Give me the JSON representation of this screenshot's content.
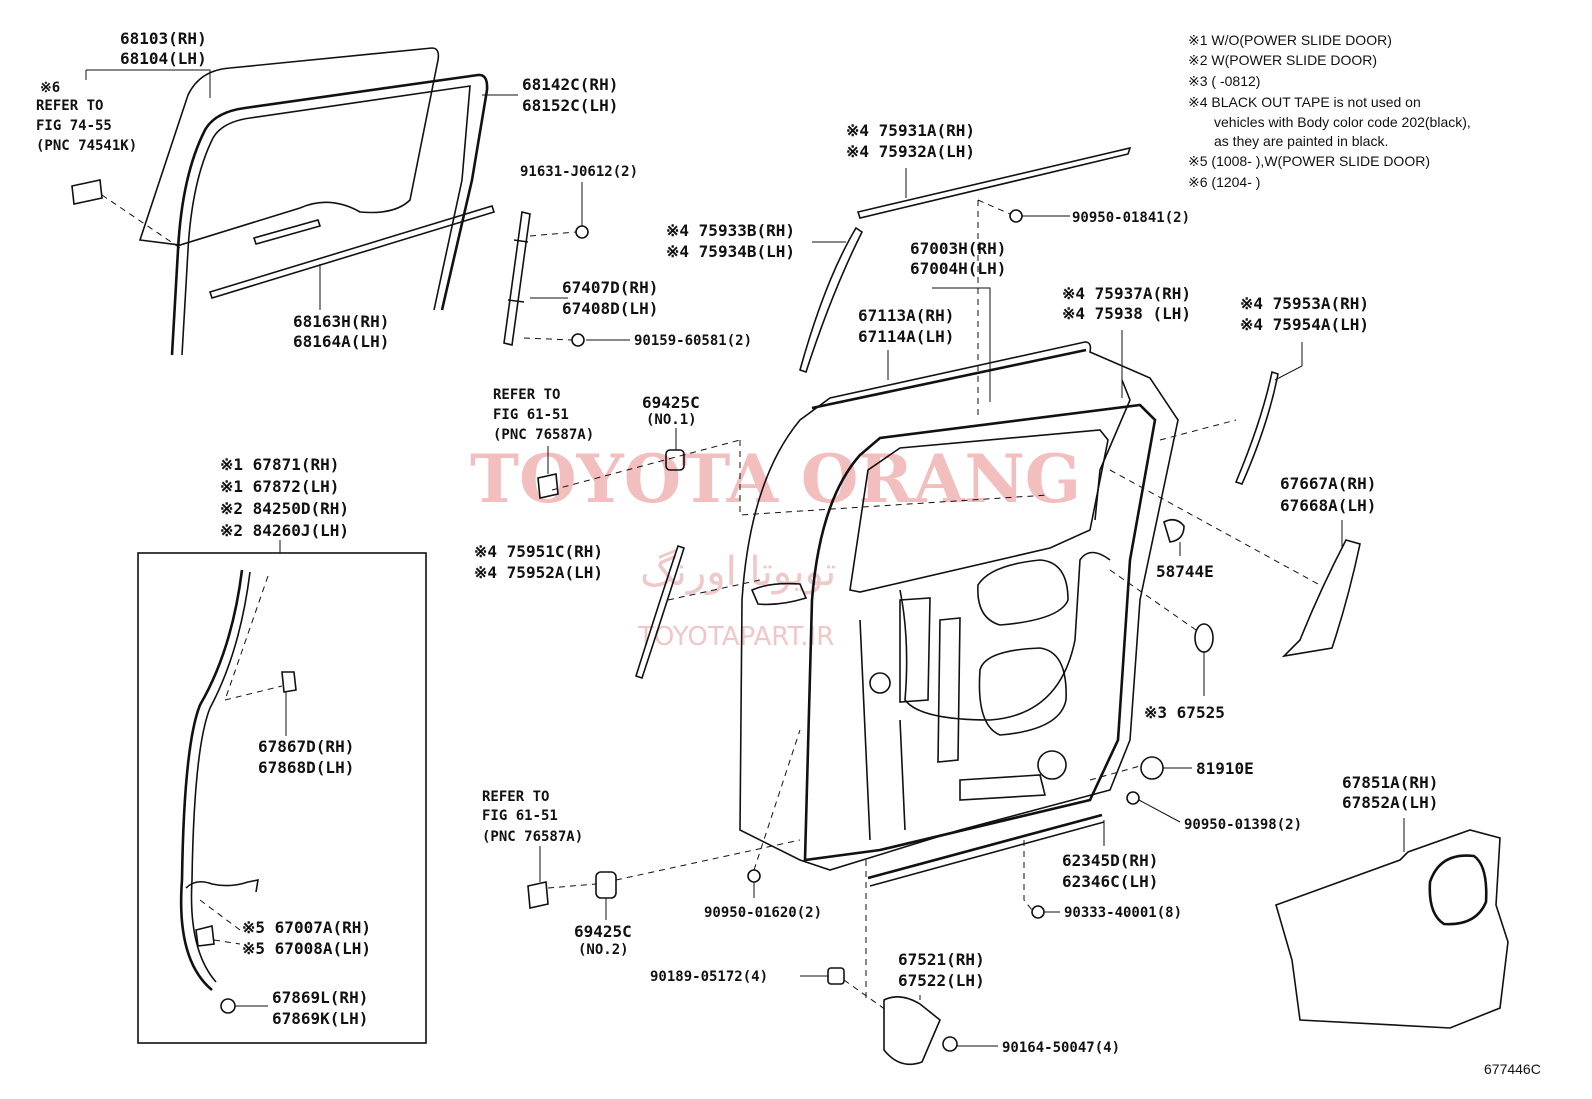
{
  "notes": [
    "※1 W/O(POWER SLIDE DOOR)",
    "※2 W(POWER SLIDE DOOR)",
    "※3 (        -0812)",
    "※4 BLACK OUT TAPE is not used on",
    "vehicles with Body color code 202(black),",
    "as they are painted in black.",
    "※5 (1008-        ),W(POWER SLIDE DOOR)",
    "※6 (1204-        )"
  ],
  "watermark": {
    "brand": "TOYOTA ORANG",
    "farsi": "تویوتا اورنگ",
    "url": "TOYOTAPART.IR"
  },
  "figure_id": "677446C",
  "labels": {
    "l68103": "68103(RH)",
    "l68104": "68104(LH)",
    "ref6": "※6",
    "ref6_refer": "REFER TO",
    "ref6_fig": "FIG 74-55",
    "ref6_pnc": "(PNC 74541K)",
    "l68142": "68142C(RH)",
    "l68152": "68152C(LH)",
    "l91631": "91631-J0612(2)",
    "l68163": "68163H(RH)",
    "l68164": "68164A(LH)",
    "l67407": "67407D(RH)",
    "l67408": "67408D(LH)",
    "l90159": "90159-60581(2)",
    "l75931": "※4 75931A(RH)",
    "l75932": "※4 75932A(LH)",
    "l75933": "※4 75933B(RH)",
    "l75934": "※4 75934B(LH)",
    "l90950a": "90950-01841(2)",
    "l67003": "67003H(RH)",
    "l67004": "67004H(LH)",
    "l67113": "67113A(RH)",
    "l67114": "67114A(LH)",
    "l75937": "※4 75937A(RH)",
    "l75938": "※4 75938 (LH)",
    "l75953": "※4 75953A(RH)",
    "l75954": "※4 75954A(LH)",
    "refA_refer": "REFER TO",
    "refA_fig": "FIG 61-51",
    "refA_pnc": "(PNC 76587A)",
    "l69425a": "69425C",
    "l69425a_no": "(NO.1)",
    "l67871": "※1 67871(RH)",
    "l67872": "※1 67872(LH)",
    "l84250": "※2 84250D(RH)",
    "l84260": "※2 84260J(LH)",
    "l75951": "※4 75951C(RH)",
    "l75952": "※4 75952A(LH)",
    "l67667": "67667A(RH)",
    "l67668": "67668A(LH)",
    "l58744": "58744E",
    "l67867": "67867D(RH)",
    "l67868": "67868D(LH)",
    "l67525": "※3 67525",
    "l81910": "81910E",
    "refB_refer": "REFER TO",
    "refB_fig": "FIG 61-51",
    "refB_pnc": "(PNC 76587A)",
    "l90950b": "90950-01398(2)",
    "l67851": "67851A(RH)",
    "l67852": "67852A(LH)",
    "l62345": "62345D(RH)",
    "l62346": "62346C(LH)",
    "l69425b": "69425C",
    "l69425b_no": "(NO.2)",
    "l90950c": "90950-01620(2)",
    "l90333": "90333-40001(8)",
    "l67007": "※5 67007A(RH)",
    "l67008": "※5 67008A(LH)",
    "l67521": "67521(RH)",
    "l67522": "67522(LH)",
    "l90189": "90189-05172(4)",
    "l67869a": "67869L(RH)",
    "l67869b": "67869K(LH)",
    "l90164": "90164-50047(4)"
  }
}
